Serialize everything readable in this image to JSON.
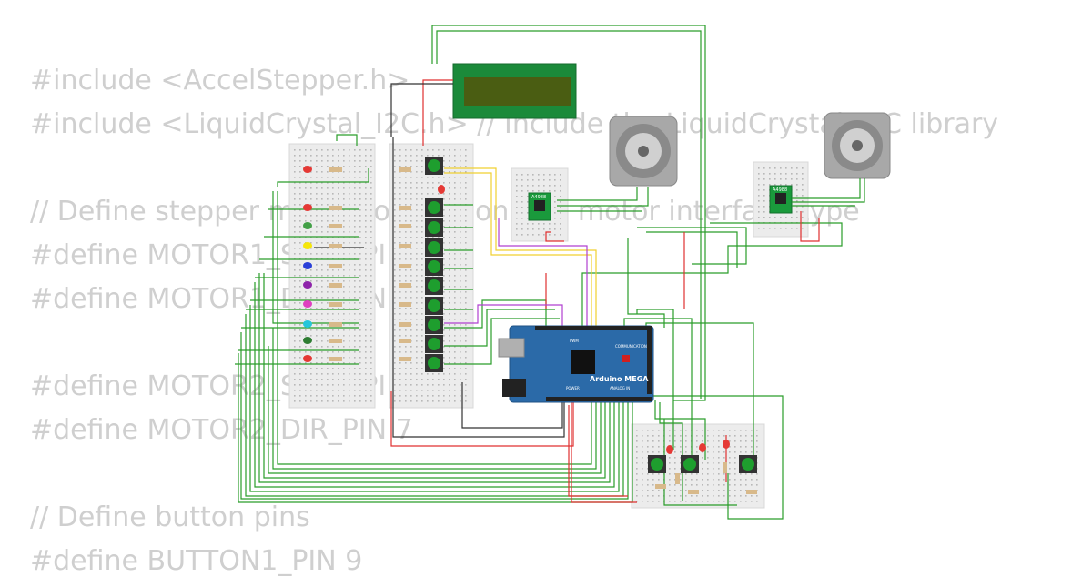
{
  "code_lines": [
    "#include <AccelStepper.h>",
    "#include <LiquidCrystal_I2C.h> // Include the LiquidCrystal_I2C library",
    "",
    "// Define stepper motor connection and motor interface type",
    "#define MOTOR1_STEP_PIN 3",
    "#define MOTOR1_DIR_PIN 4",
    "",
    "#define MOTOR2_STEP_PIN 6",
    "#define MOTOR2_DIR_PIN 7",
    "",
    "// Define button pins",
    "#define BUTTON1_PIN 9"
  ],
  "board": {
    "name": "Arduino MEGA",
    "label_pwm": "PWM",
    "label_comm": "COMMUNICATION",
    "label_power": "POWER",
    "label_analog": "ANALOG IN"
  },
  "drivers": [
    {
      "label": "A4988"
    },
    {
      "label": "A4988"
    }
  ],
  "led_colors": [
    "#e53935",
    "#e53935",
    "#43a047",
    "#f5e60a",
    "#2a3fd8",
    "#8e24aa",
    "#e040c0",
    "#26c6da",
    "#2e7d32",
    "#e53935"
  ],
  "colors": {
    "wire_green": "#2a9d2a",
    "wire_red": "#e03030",
    "wire_black": "#333333",
    "wire_yellow": "#f0d030",
    "wire_purple": "#b040d0",
    "board_blue": "#2b6aa8",
    "lcd_green": "#1b8a3a",
    "lcd_screen": "#4a5d12",
    "breadboard": "#ececec",
    "button_green": "#1e9e2e"
  }
}
